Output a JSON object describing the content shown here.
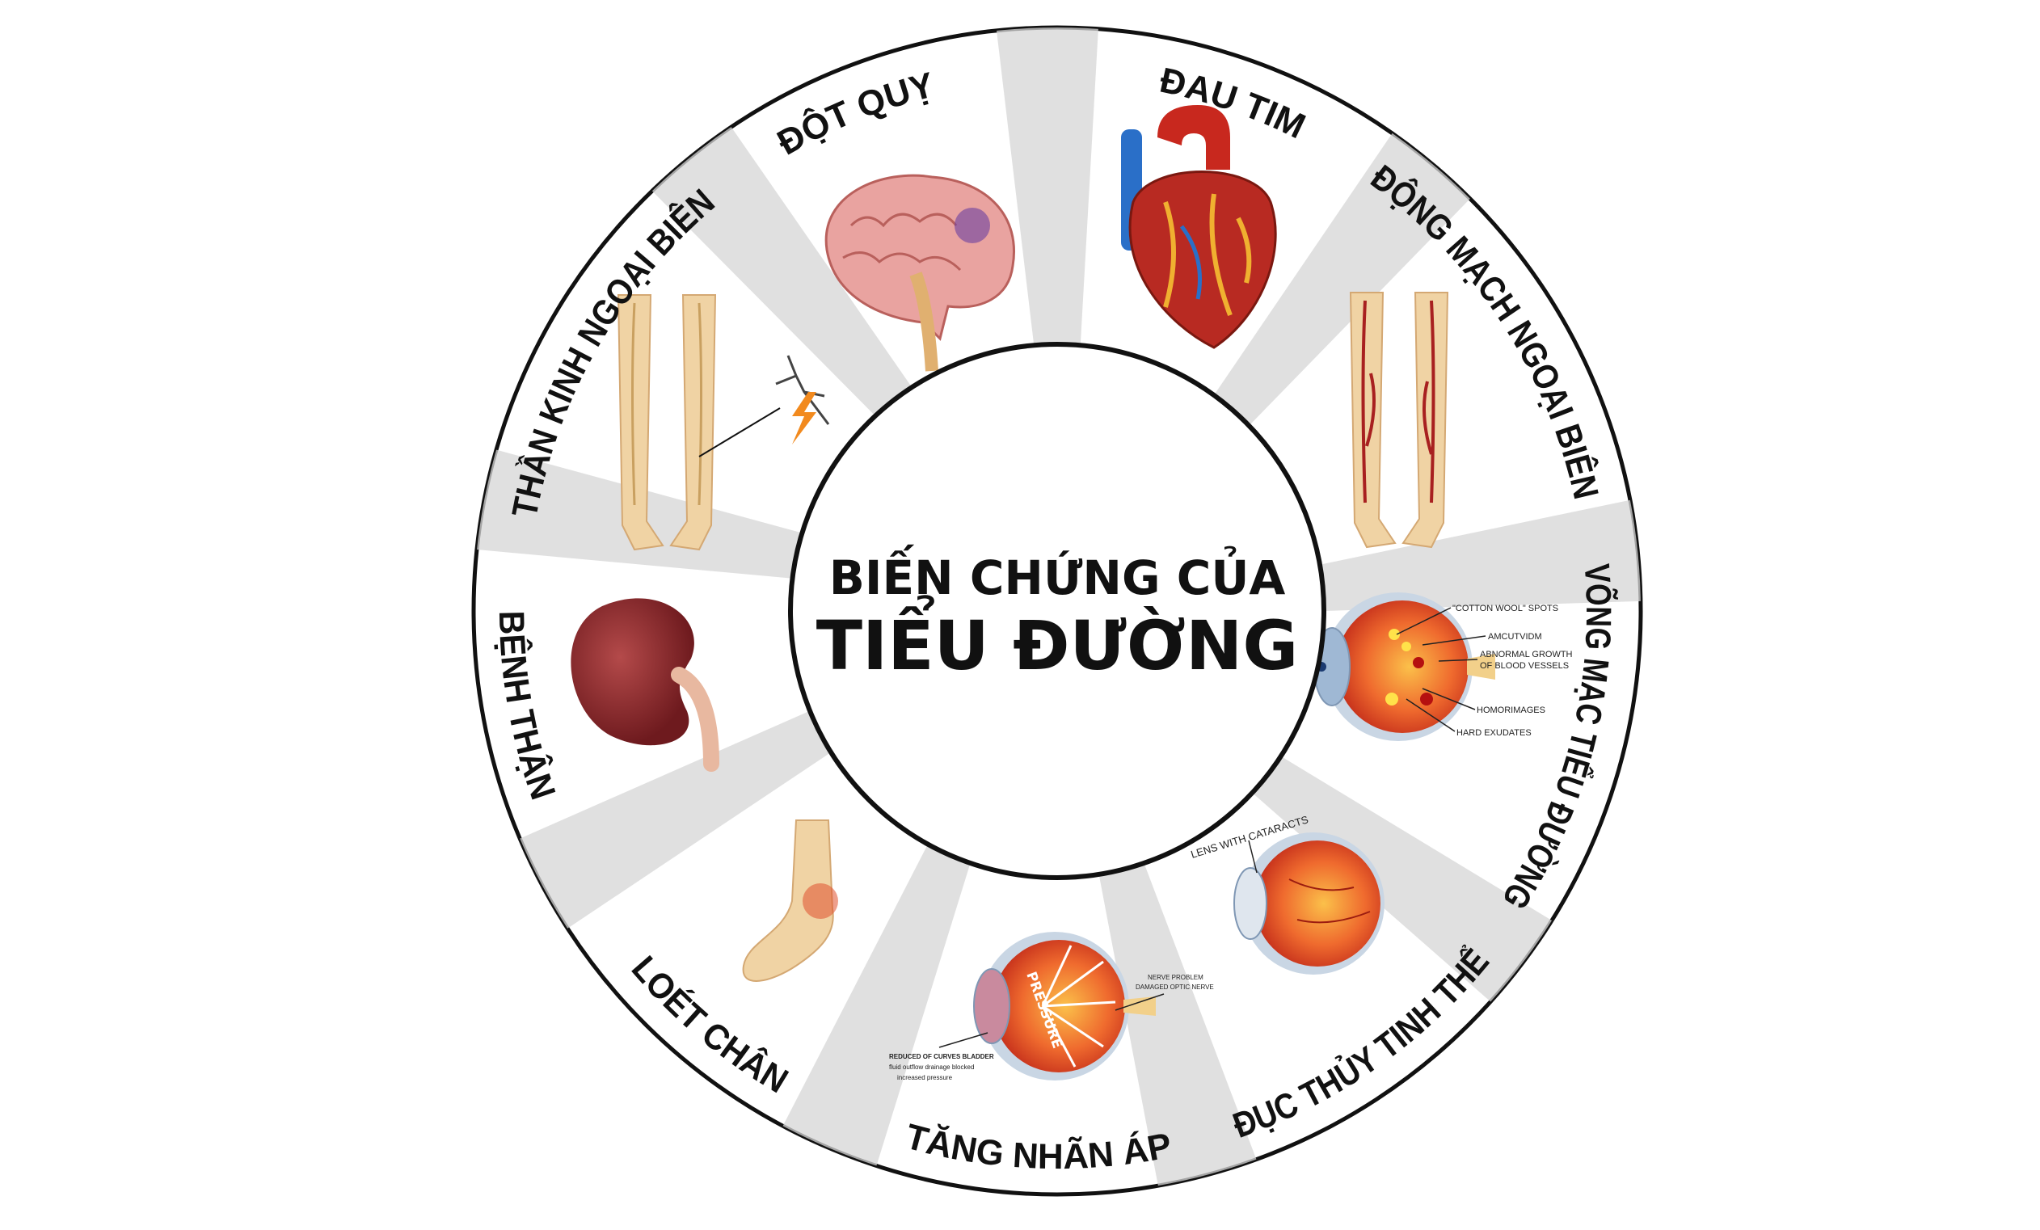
{
  "title": {
    "line1": "BIẾN CHỨNG CỦA",
    "line2": "TIỂU ĐƯỜNG"
  },
  "segments": [
    {
      "id": "stroke",
      "label": "ĐỘT QUỴ",
      "icon": "brain-icon"
    },
    {
      "id": "heart-attack",
      "label": "ĐAU TIM",
      "icon": "heart-icon"
    },
    {
      "id": "peripheral-artery",
      "label": "ĐỘNG MẠCH NGOẠI BIÊN",
      "icon": "legs-arteries-icon"
    },
    {
      "id": "retinopathy",
      "label": "VÕNG MẠC TIỂU ĐƯỜNG",
      "icon": "eye-retina-icon"
    },
    {
      "id": "cataract",
      "label": "ĐỤC THỦY TINH THỂ",
      "icon": "eye-cataract-icon"
    },
    {
      "id": "glaucoma",
      "label": "TĂNG NHÃN ÁP",
      "icon": "eye-glaucoma-icon"
    },
    {
      "id": "foot-ulcer",
      "label": "LOÉT CHÂN",
      "icon": "foot-icon"
    },
    {
      "id": "kidney",
      "label": "BỆNH THẬN",
      "icon": "kidney-icon"
    },
    {
      "id": "neuropathy",
      "label": "THẦN KINH NGOẠI BIÊN",
      "icon": "legs-nerve-icon"
    }
  ],
  "retina_labels": [
    "\"COTTON WOOL\" SPOTS",
    "AMCUTVIDM",
    "ABNORMAL GROWTH",
    "OF BLOOD VESSELS",
    "HOMORIMAGES",
    "HARD EXUDATES"
  ],
  "cataract_label": "LENS WITH CATARACTS",
  "glaucoma": {
    "pressure": "PRESSURE",
    "label_right_1": "NERVE PROBLEM",
    "label_right_2": "DAMAGED OPTIC NERVE",
    "label_left_1": "REDUCED OF CURVES BLADDER",
    "label_left_2": "fluid outflow drainage blocked",
    "label_left_3": "increased pressure"
  },
  "colors": {
    "ring": "#111111",
    "panel": "#d9d9d9",
    "eye": "#e8502a",
    "skin": "#f0d3a4"
  }
}
